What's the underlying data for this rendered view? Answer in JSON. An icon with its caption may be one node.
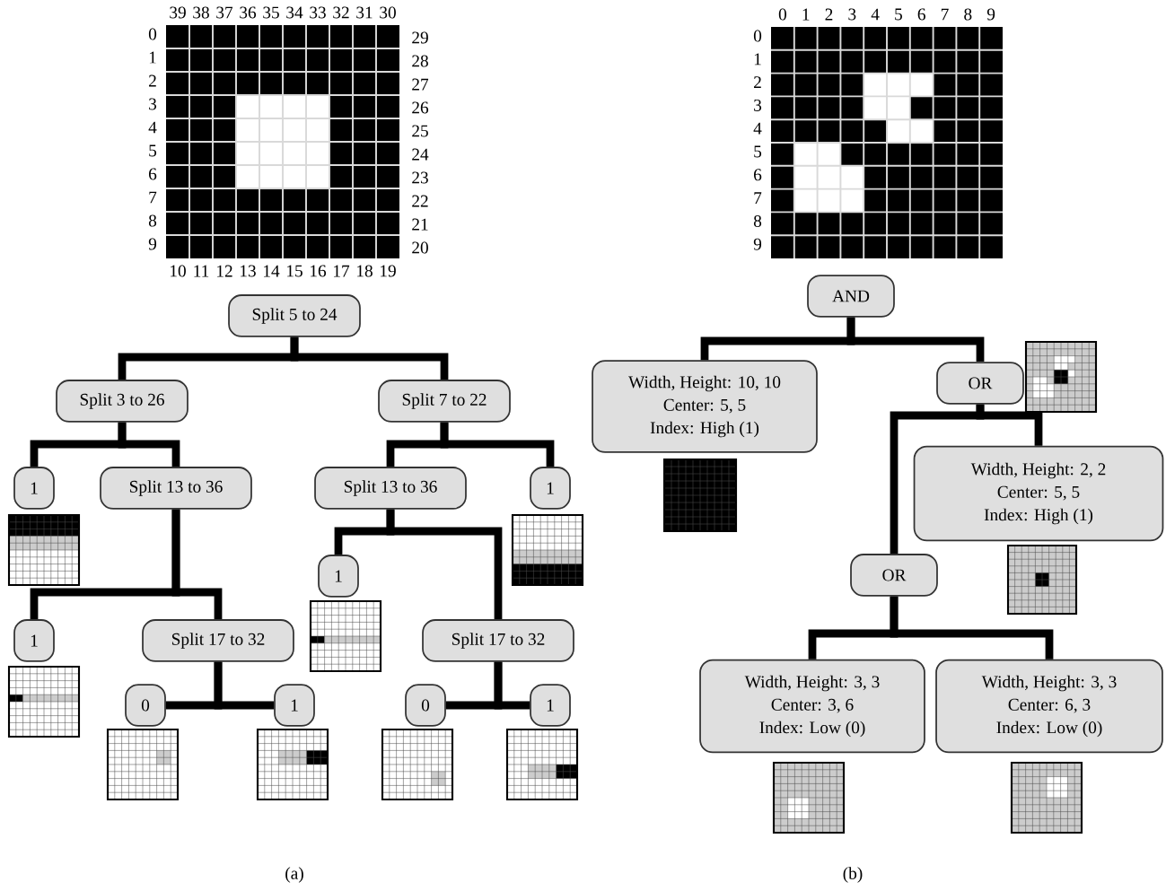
{
  "diagram": {
    "nodes": [
      {
        "text": [
          "Split 5 to 24"
        ]
      },
      {
        "text": [
          "Split 3 to 26"
        ]
      },
      {
        "text": [
          "Split 7 to 22"
        ]
      },
      {
        "text": [
          "1"
        ]
      },
      {
        "text": [
          "Split 13 to 36"
        ]
      },
      {
        "text": [
          "Split 13 to 36"
        ]
      },
      {
        "text": [
          "1"
        ]
      },
      {
        "text": [
          "1"
        ]
      },
      {
        "text": [
          "1"
        ]
      },
      {
        "text": [
          "Split 17 to 32"
        ]
      },
      {
        "text": [
          "Split 17 to 32"
        ]
      },
      {
        "text": [
          "0"
        ]
      },
      {
        "text": [
          "1"
        ]
      },
      {
        "text": [
          "0"
        ]
      },
      {
        "text": [
          "1"
        ]
      },
      {
        "text": [
          "AND"
        ]
      },
      {
        "text": [
          "Width, Height: 10, 10",
          "Center: 5, 5",
          "Index: High (1)"
        ]
      },
      {
        "text": [
          "OR"
        ]
      },
      {
        "text": [
          "Width, Height: 2, 2",
          "Center: 5, 5",
          "Index: High (1)"
        ]
      },
      {
        "text": [
          "OR"
        ]
      },
      {
        "text": [
          "Width, Height: 3, 3",
          "Center: 3, 6",
          "Index: Low (0)"
        ]
      },
      {
        "text": [
          "Width, Height: 3, 3",
          "Center: 6, 3",
          "Index: Low (0)"
        ]
      }
    ],
    "edges": [
      {
        "from": 0,
        "to": 1,
        "arrow": "none"
      },
      {
        "from": 0,
        "to": 2,
        "arrow": "none"
      },
      {
        "from": 1,
        "to": 3,
        "arrow": "none"
      },
      {
        "from": 1,
        "to": 4,
        "arrow": "none"
      },
      {
        "from": 2,
        "to": 5,
        "arrow": "none"
      },
      {
        "from": 2,
        "to": 6,
        "arrow": "none"
      },
      {
        "from": 4,
        "to": 8,
        "arrow": "none"
      },
      {
        "from": 4,
        "to": 9,
        "arrow": "none"
      },
      {
        "from": 5,
        "to": 7,
        "arrow": "none"
      },
      {
        "from": 5,
        "to": 10,
        "arrow": "none"
      },
      {
        "from": 9,
        "to": 11,
        "arrow": "none"
      },
      {
        "from": 9,
        "to": 12,
        "arrow": "none"
      },
      {
        "from": 10,
        "to": 13,
        "arrow": "none"
      },
      {
        "from": 10,
        "to": 14,
        "arrow": "none"
      },
      {
        "from": 15,
        "to": 16,
        "arrow": "none"
      },
      {
        "from": 15,
        "to": 17,
        "arrow": "none"
      },
      {
        "from": 17,
        "to": 18,
        "arrow": "none"
      },
      {
        "from": 17,
        "to": 19,
        "arrow": "none"
      },
      {
        "from": 19,
        "to": 20,
        "arrow": "none"
      },
      {
        "from": 19,
        "to": 21,
        "arrow": "none"
      }
    ],
    "labels": [
      "39",
      "38",
      "37",
      "36",
      "35",
      "34",
      "33",
      "32",
      "31",
      "30",
      "0",
      "1",
      "2",
      "3",
      "4",
      "5",
      "6",
      "7",
      "8",
      "9",
      "29",
      "28",
      "27",
      "26",
      "25",
      "24",
      "23",
      "22",
      "21",
      "20",
      "10",
      "11",
      "12",
      "13",
      "14",
      "15",
      "16",
      "17",
      "18",
      "19",
      "0",
      "1",
      "2",
      "3",
      "4",
      "5",
      "6",
      "7",
      "8",
      "9",
      "0",
      "1",
      "2",
      "3",
      "4",
      "5",
      "6",
      "7",
      "8",
      "9",
      "(a)",
      "(b)"
    ]
  }
}
